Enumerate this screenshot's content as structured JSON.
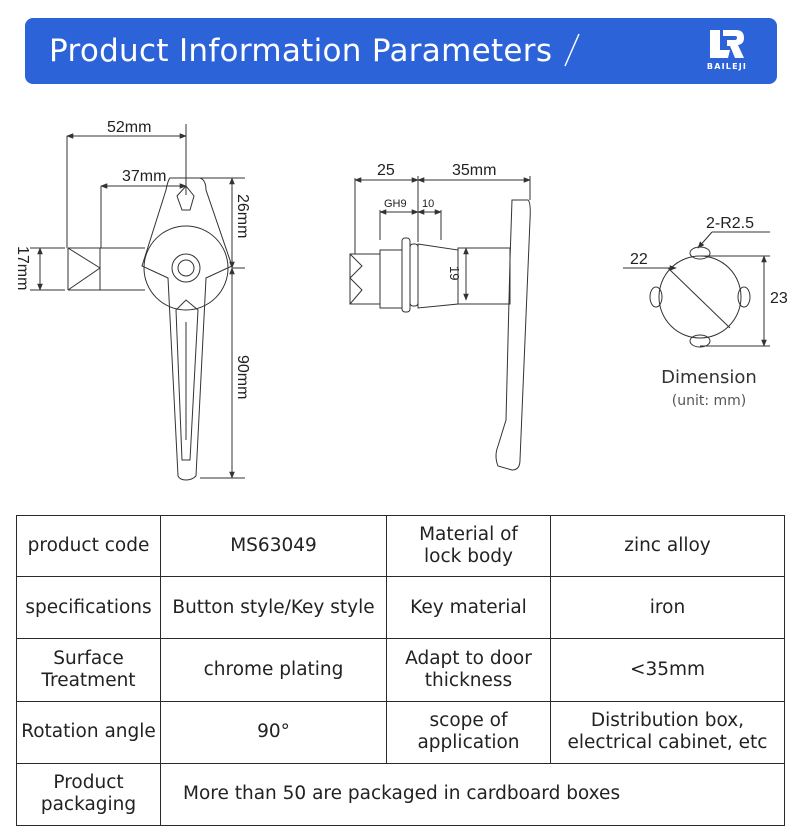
{
  "header": {
    "title": "Product Information Parameters",
    "brand_name": "BAILEJI"
  },
  "drawing": {
    "dim_52": "52mm",
    "dim_37": "37mm",
    "dim_26": "26mm",
    "dim_17": "17mm",
    "dim_90": "90mm",
    "dim_25": "25",
    "dim_35": "35mm",
    "dim_gh9": "GH9",
    "dim_10": "10",
    "dim_19": "19",
    "dim_r25": "2-R2.5",
    "dim_22": "22",
    "dim_23": "23",
    "caption_title": "Dimension",
    "caption_unit": "(unit:  mm)"
  },
  "spec_table": {
    "rows": [
      {
        "label1": "product code",
        "value1": "MS63049",
        "label2": "Material of\nlock body",
        "value2": "zinc alloy"
      },
      {
        "label1": "specifications",
        "value1": "Button style/Key style",
        "label2": "Key material",
        "value2": "iron"
      },
      {
        "label1": "Surface\nTreatment",
        "value1": "chrome plating",
        "label2": "Adapt to door\nthickness",
        "value2": "<35mm"
      },
      {
        "label1": "Rotation angle",
        "value1": "90°",
        "label2": "scope of\napplication",
        "value2": "Distribution box,\nelectrical cabinet, etc"
      }
    ],
    "packaging_label": "Product\npackaging",
    "packaging_value": "More than 50 are packaged in cardboard boxes"
  },
  "colors": {
    "banner": "#2c63d9",
    "banner_text": "#ffffff",
    "line": "#333333"
  }
}
